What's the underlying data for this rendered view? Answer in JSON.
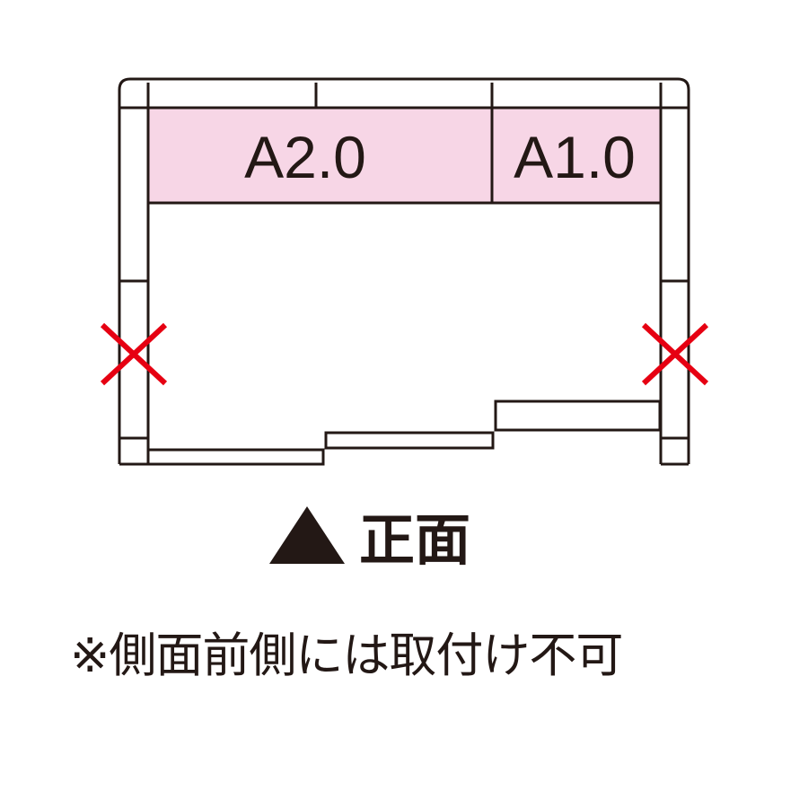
{
  "panels": [
    {
      "label": "A2.0"
    },
    {
      "label": "A1.0"
    }
  ],
  "front_label": "正面",
  "note": "※側面前側には取付け不可",
  "colors": {
    "line": "#231815",
    "panel_fill": "#f7d6e6",
    "mark": "#e60012"
  },
  "icons": {
    "front_marker": "triangle-up-icon",
    "not_allowed": "cross-mark-icon"
  }
}
